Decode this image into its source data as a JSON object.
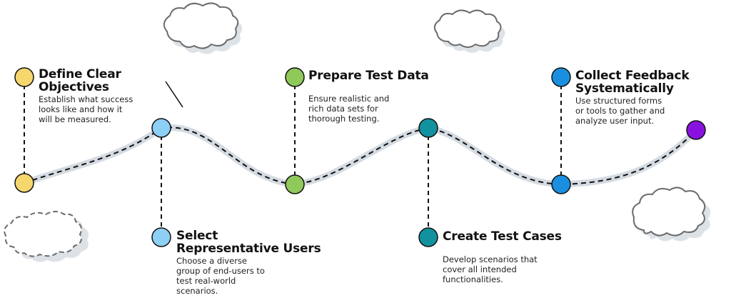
{
  "diagram": {
    "type": "timeline-roadmap",
    "colors": {
      "path_shadow": "#d5dbe2",
      "dash": "#111111",
      "cloud_stroke": "#6b6b6b",
      "cloud_shadow": "#dde2e7",
      "yellow": "#f5d76e",
      "light_blue": "#8ecff5",
      "green": "#8fc95a",
      "teal": "#12929e",
      "blue": "#1a8fe0",
      "purple": "#8a12e0"
    },
    "steps": [
      {
        "id": "define-clear-objectives",
        "title_lines": [
          "Define Clear",
          "Objectives"
        ],
        "description": "Establish what success looks like and how it will be measured.",
        "color": "yellow",
        "position": "top"
      },
      {
        "id": "select-representative-users",
        "title_lines": [
          "Select",
          "Representative Users"
        ],
        "description": "Choose a diverse group of end-users to test real-world scenarios.",
        "color": "light_blue",
        "position": "bottom"
      },
      {
        "id": "prepare-test-data",
        "title_lines": [
          "Prepare Test Data"
        ],
        "description": "Ensure realistic and rich data sets for thorough testing.",
        "color": "green",
        "position": "top"
      },
      {
        "id": "create-test-cases",
        "title_lines": [
          "Create Test Cases"
        ],
        "description": "Develop scenarios that cover all intended functionalities.",
        "color": "teal",
        "position": "bottom"
      },
      {
        "id": "collect-feedback-systematically",
        "title_lines": [
          "Collect Feedback",
          "Systematically"
        ],
        "description": "Use structured forms or tools to gather and analyze user input.",
        "color": "blue",
        "position": "top"
      }
    ],
    "end_node": {
      "color": "purple"
    }
  },
  "text": {
    "s0": {
      "t1": "Define Clear",
      "t2": "Objectives",
      "d1": "Establish what success",
      "d2": "looks like and how it",
      "d3": "will be measured."
    },
    "s1": {
      "t1": "Select",
      "t2": "Representative Users",
      "d1": "Choose a diverse",
      "d2": "group of end-users to",
      "d3": "test real-world",
      "d4": "scenarios."
    },
    "s2": {
      "t1": "Prepare Test Data",
      "d1": "Ensure realistic and",
      "d2": "rich data sets for",
      "d3": "thorough testing."
    },
    "s3": {
      "t1": "Create Test Cases",
      "d1": "Develop scenarios that",
      "d2": "cover all intended",
      "d3": "functionalities."
    },
    "s4": {
      "t1": "Collect Feedback",
      "t2": "Systematically",
      "d1": "Use structured forms",
      "d2": "or tools to gather and",
      "d3": "analyze user input."
    }
  }
}
